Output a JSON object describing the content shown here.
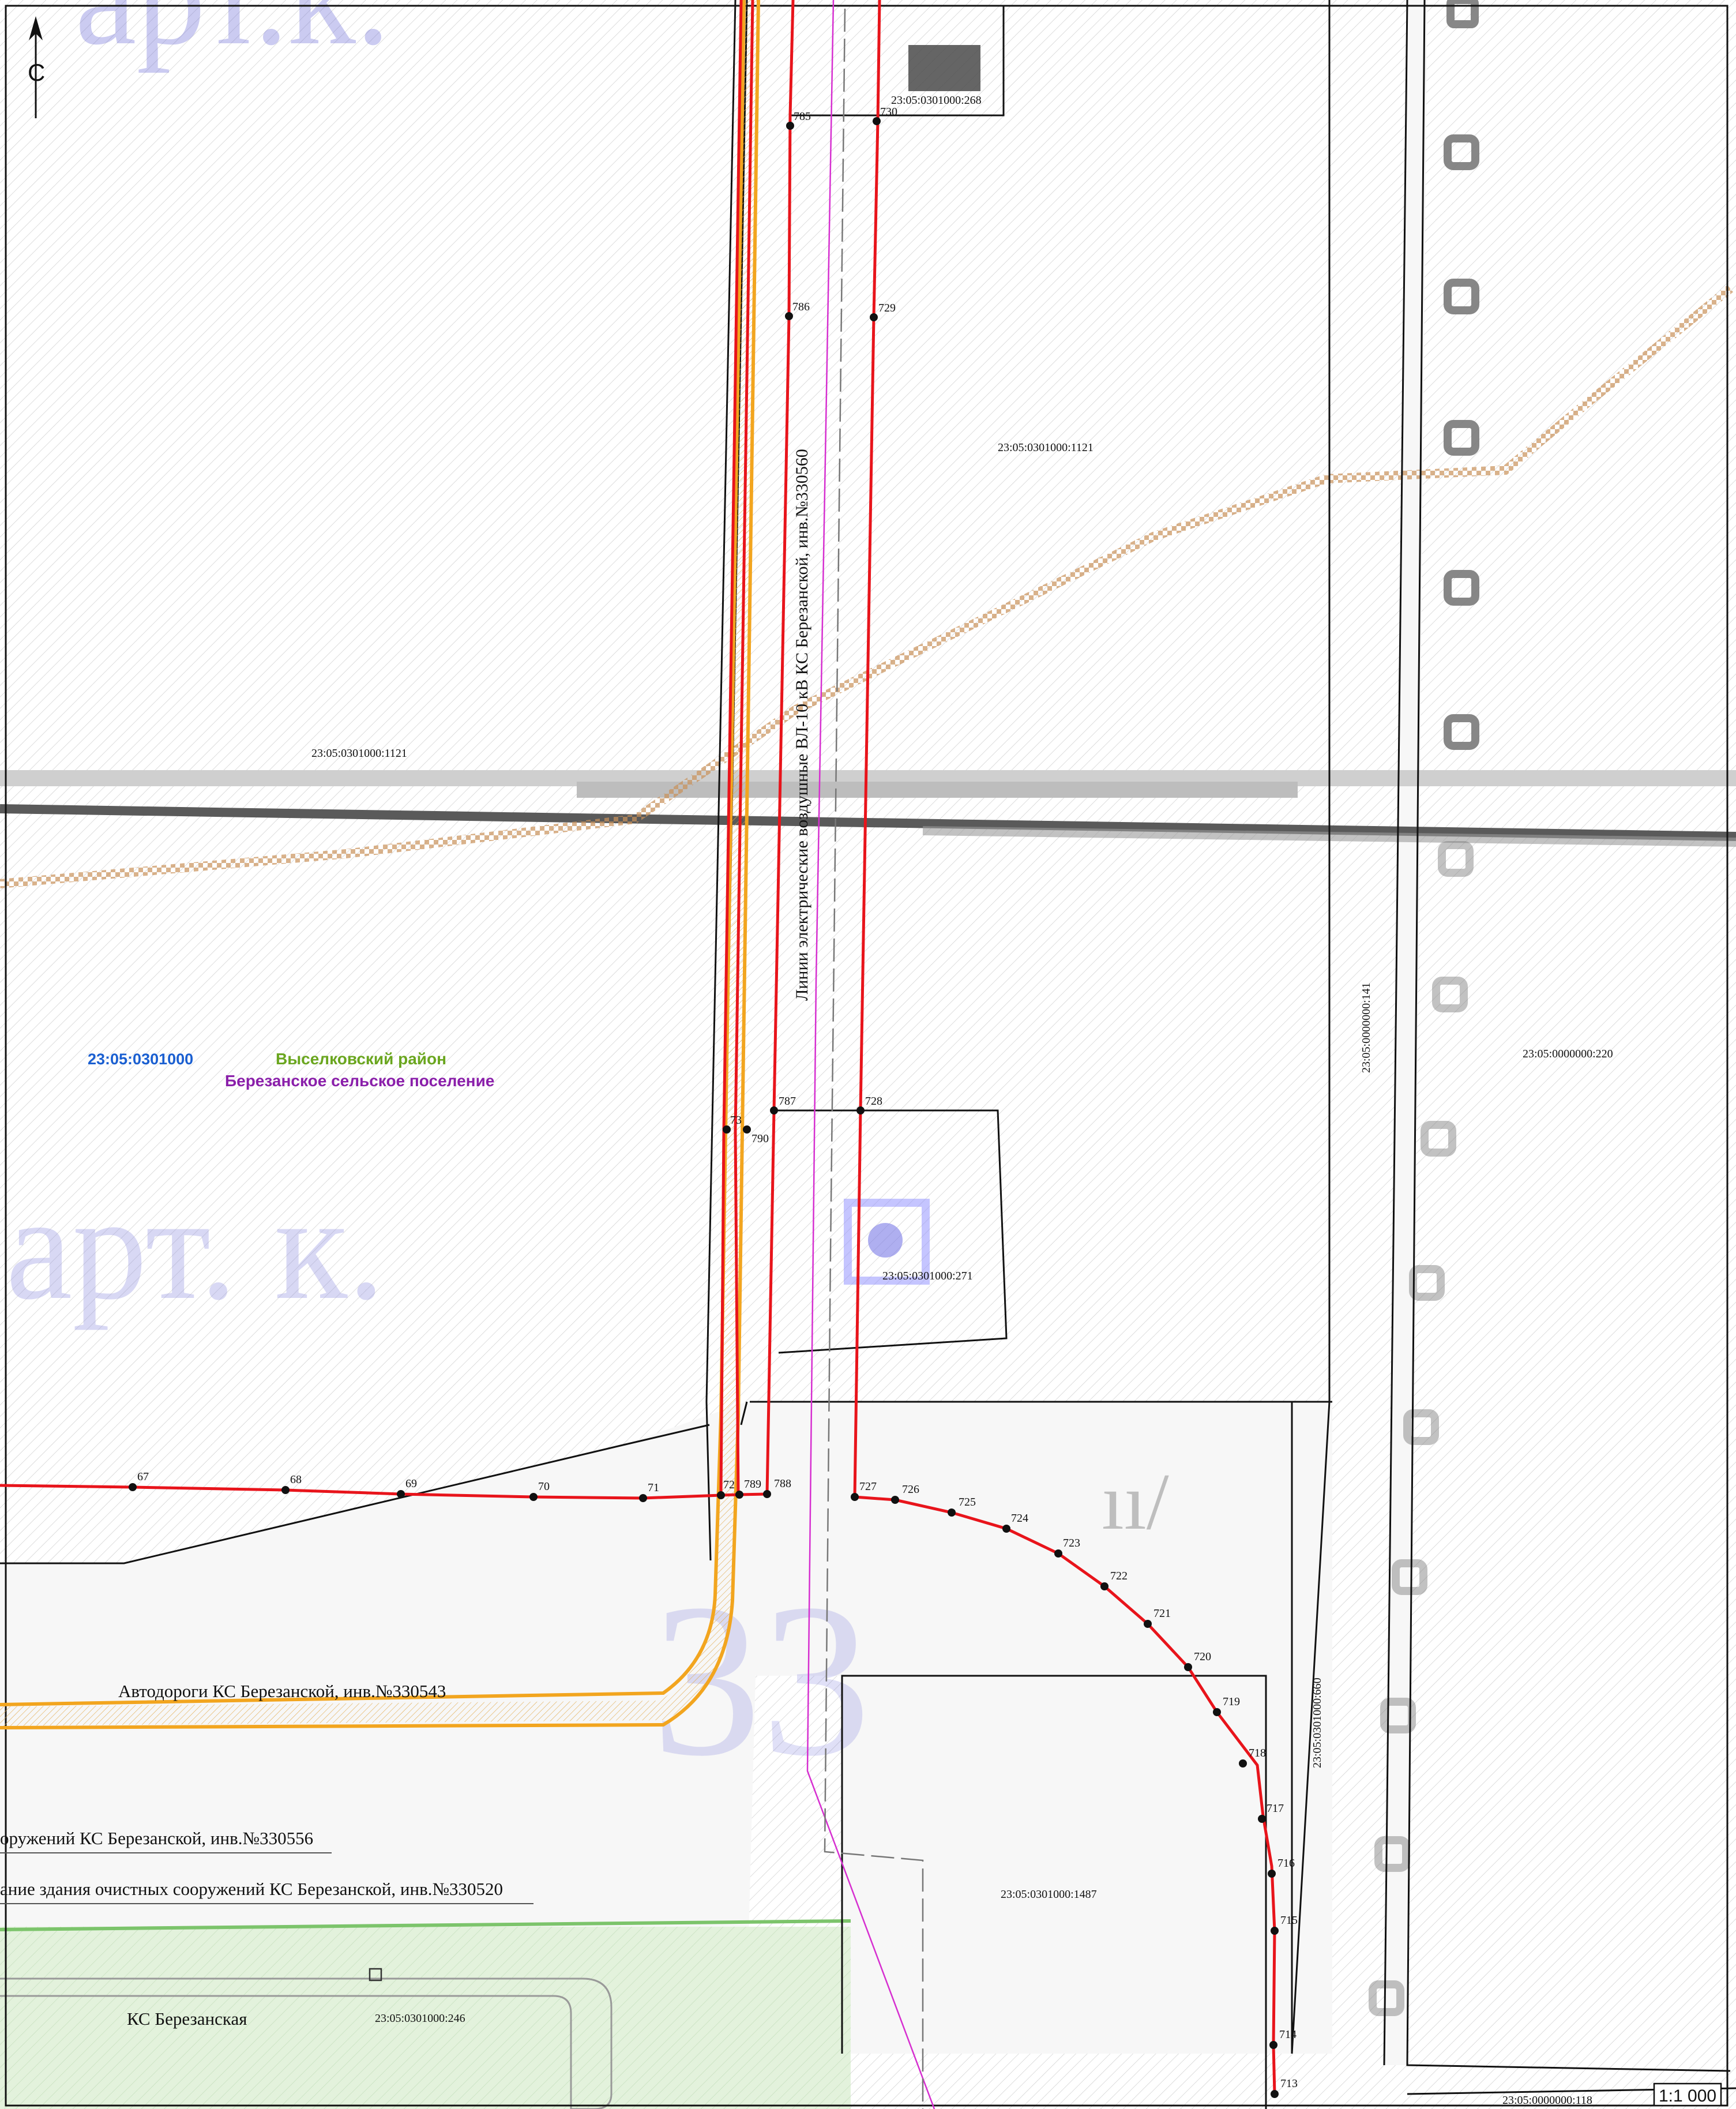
{
  "map": {
    "north_label": "С",
    "scale": "1:1 000",
    "district": "Выселковский район",
    "settlement": "Березанское сельское поселение",
    "cadastral_quarter": "23:05:0301000",
    "colors": {
      "boundary_red": "#e8141b",
      "road_orange": "#f2a51f",
      "pipeline_brown": "#b5783e",
      "magenta_line": "#d62fd0",
      "district_green": "#6aa61f",
      "settlement_purple": "#8a1faa",
      "quarter_blue": "#1a5fd1",
      "green_area": "#e3f2dc"
    },
    "parcels": [
      {
        "id": "p268",
        "label": "23:05:0301000:268"
      },
      {
        "id": "p1121a",
        "label": "23:05:0301000:1121"
      },
      {
        "id": "p1121b",
        "label": "23:05:0301000:1121"
      },
      {
        "id": "p271",
        "label": "23:05:0301000:271"
      },
      {
        "id": "p1487",
        "label": "23:05:0301000:1487"
      },
      {
        "id": "p246",
        "label": "23:05:0301000:246"
      },
      {
        "id": "p220",
        "label": "23:05:0000000:220"
      },
      {
        "id": "p141",
        "label": "23:05:0000000:141"
      },
      {
        "id": "p660",
        "label": "23:05:0301000:660"
      },
      {
        "id": "p118",
        "label": "23:05:0000000:118"
      }
    ],
    "features": {
      "power_line": "Линии электрические воздушные ВЛ-10 кВ КС Березанской, инв.№330560",
      "road": "Автодороги КС Березанской, инв.№330543",
      "structures": "оружений КС Березанской, инв.№330556",
      "treatment_building": "ание здания очистных сооружений КС Березанской, инв.№330520",
      "station": "КС Березанская"
    },
    "points": [
      {
        "id": "785"
      },
      {
        "id": "730"
      },
      {
        "id": "786"
      },
      {
        "id": "729"
      },
      {
        "id": "787"
      },
      {
        "id": "728"
      },
      {
        "id": "73"
      },
      {
        "id": "790"
      },
      {
        "id": "67"
      },
      {
        "id": "68"
      },
      {
        "id": "69"
      },
      {
        "id": "70"
      },
      {
        "id": "71"
      },
      {
        "id": "72"
      },
      {
        "id": "789"
      },
      {
        "id": "788"
      },
      {
        "id": "727"
      },
      {
        "id": "726"
      },
      {
        "id": "725"
      },
      {
        "id": "724"
      },
      {
        "id": "723"
      },
      {
        "id": "722"
      },
      {
        "id": "721"
      },
      {
        "id": "720"
      },
      {
        "id": "719"
      },
      {
        "id": "718"
      },
      {
        "id": "717"
      },
      {
        "id": "716"
      },
      {
        "id": "715"
      },
      {
        "id": "714"
      },
      {
        "id": "713"
      }
    ]
  }
}
